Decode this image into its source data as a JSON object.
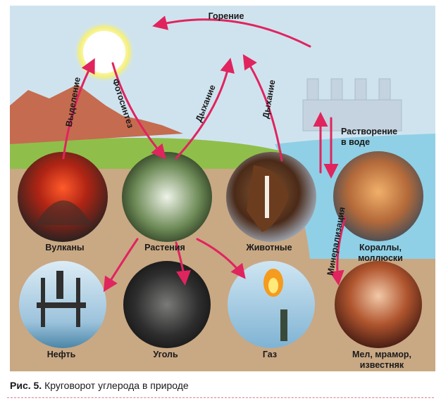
{
  "figure": {
    "caption_num": "Рис. 5.",
    "caption_text": "Круговорот углерода в природе"
  },
  "processes": {
    "combustion": "Горение",
    "emission": "Выделение",
    "photosynthesis": "Фотосинтез",
    "respiration_plants": "Дыхание",
    "respiration_animals": "Дыхание",
    "dissolution_line1": "Растворение",
    "dissolution_line2": "в воде",
    "mineralization": "Минерализация"
  },
  "nodes": {
    "volcanoes": "Вулканы",
    "plants": "Растения",
    "animals": "Животные",
    "corals_line1": "Кораллы,",
    "corals_line2": "моллюски",
    "oil": "Нефть",
    "coal": "Уголь",
    "gas": "Газ",
    "chalk_line1": "Мел, мрамор,",
    "chalk_line2": "известняк"
  },
  "colors": {
    "sky": "#cfe3ef",
    "ground": "#c9a884",
    "water": "#8fd0e6",
    "grass": "#8fbf4a",
    "mountains": "#c56b4f",
    "arrow": "#e0245e",
    "sun": "#fffbe0"
  }
}
